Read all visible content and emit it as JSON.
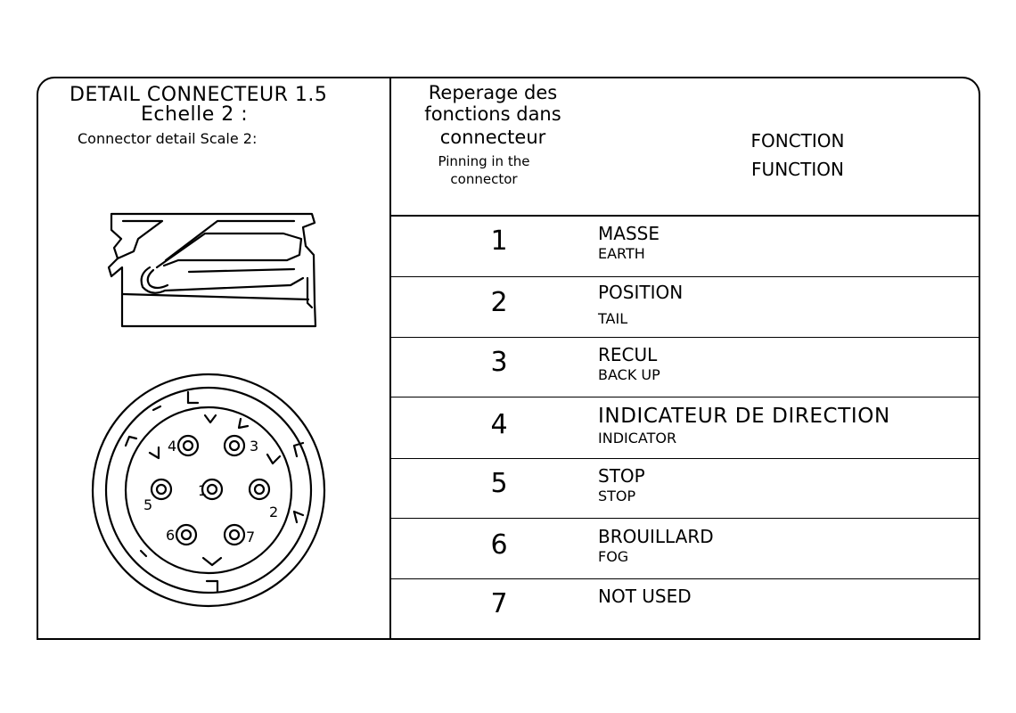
{
  "detail": {
    "title_line1": "DETAIL CONNECTEUR 1.5",
    "title_line2": "Echelle 2 :",
    "subtitle": "Connector detail Scale 2:"
  },
  "header": {
    "pinning_fr_line1": "Reperage des",
    "pinning_fr_line2": "fonctions dans",
    "pinning_fr_line3": "connecteur",
    "pinning_en_line1": "Pinning in the",
    "pinning_en_line2": "connector",
    "function_fr": "FONCTION",
    "function_en": "FUNCTION"
  },
  "pins": [
    {
      "number": "1",
      "fr": "MASSE",
      "en": "EARTH"
    },
    {
      "number": "2",
      "fr": "POSITION",
      "en": "TAIL"
    },
    {
      "number": "3",
      "fr": "RECUL",
      "en": "BACK UP"
    },
    {
      "number": "4",
      "fr": "INDICATEUR DE DIRECTION",
      "en": "INDICATOR"
    },
    {
      "number": "5",
      "fr": "STOP",
      "en": "STOP"
    },
    {
      "number": "6",
      "fr": "BROUILLARD",
      "en": "FOG"
    },
    {
      "number": "7",
      "fr": "NOT USED",
      "en": ""
    }
  ],
  "connector_labels": [
    "1",
    "2",
    "3",
    "4",
    "5",
    "6",
    "7"
  ]
}
